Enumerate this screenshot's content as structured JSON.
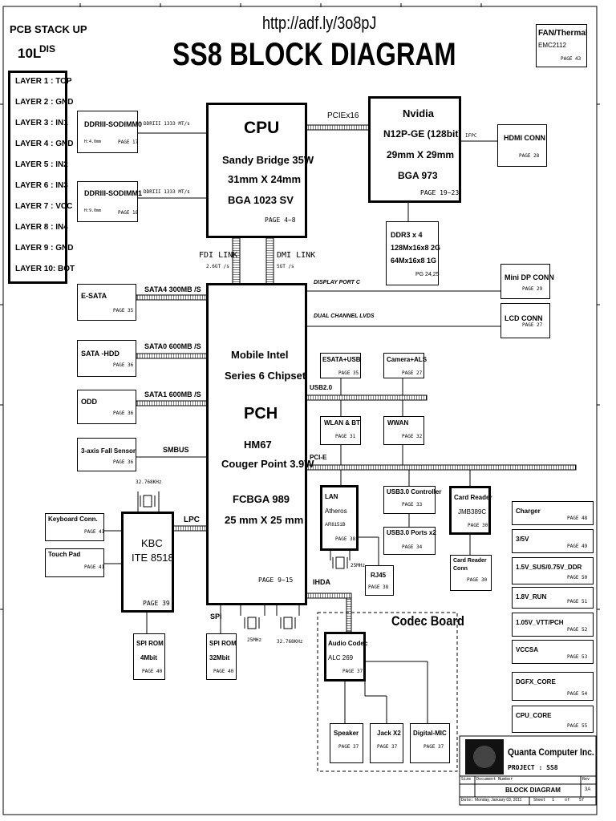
{
  "header": {
    "url": "http://adf.ly/3o8pJ",
    "title": "SS8 BLOCK DIAGRAM",
    "stack_title": "PCB STACK UP",
    "stack_sub": "10L",
    "stack_sub2": "DIS"
  },
  "layers": [
    "LAYER 1 : TOP",
    "LAYER 2 : GND",
    "LAYER 3 : IN1",
    "LAYER 4 : GND",
    "LAYER 5 : IN2",
    "LAYER 6 : IN3",
    "LAYER 7 : VCC",
    "LAYER 8 : IN4",
    "LAYER 9 : GND",
    "LAYER 10: BOT"
  ],
  "fan": {
    "title": "FAN/Thermal",
    "part": "EMC2112",
    "page": "PAGE 43"
  },
  "cpu": {
    "title": "CPU",
    "l1": "Sandy Bridge 35W",
    "l2": "31mm X 24mm",
    "l3": "BGA 1023 SV",
    "page": "PAGE 4~8"
  },
  "gpu": {
    "l1": "Nvidia",
    "l2": "N12P-GE (128bit)",
    "l3": "29mm X 29mm",
    "l4": "BGA 973",
    "page": "PAGE 19~23"
  },
  "pch": {
    "l1": "Mobile Intel",
    "l2": "Series 6 Chipset",
    "l3": "PCH",
    "l4": "HM67",
    "l5": "Couger Point 3.9W",
    "l6": "FCBGA 989",
    "l7": "25 mm X 25 mm",
    "page": "PAGE 9~15"
  },
  "kbc": {
    "l1": "KBC",
    "l2": "ITE 8518",
    "page": "PAGE 39"
  },
  "dimm0": {
    "title": "DDRIII-SODIMM0",
    "sub": "H:4.0mm",
    "page": "PAGE 17"
  },
  "dimm1": {
    "title": "DDRIII-SODIMM1",
    "sub": "H:9.0mm",
    "page": "PAGE 18"
  },
  "ddr3": {
    "l1": "DDR3 x 4",
    "l2": "128Mx16x8 2G",
    "l3": "64Mx16x8 1G",
    "page": "PG 24,25"
  },
  "hdmi": {
    "title": "HDMI CONN",
    "page": "PAGE 28"
  },
  "minidp": {
    "title": "Mini DP CONN",
    "page": "PAGE 29"
  },
  "lcd": {
    "title": "LCD CONN",
    "page": "PAGE 27"
  },
  "esata": {
    "title": "E-SATA",
    "page": "PAGE 35"
  },
  "sata_hdd": {
    "title": "SATA -HDD",
    "page": "PAGE 36"
  },
  "odd": {
    "title": "ODD",
    "page": "PAGE 36"
  },
  "fall": {
    "title": "3-axis Fall Sensor",
    "page": "PAGE 36"
  },
  "esata_usb": {
    "title": "ESATA+USB",
    "page": "PAGE 35"
  },
  "camera": {
    "title": "Camera+ALS",
    "page": "PAGE 27"
  },
  "wlan": {
    "title": "WLAN & BT",
    "page": "PAGE 31"
  },
  "wwan": {
    "title": "WWAN",
    "page": "PAGE 32"
  },
  "lan": {
    "title": "LAN",
    "l2": "Atheros",
    "l3": "AR8151B",
    "page": "PAGE 38"
  },
  "usb3c": {
    "title": "USB3.0 Controller",
    "page": "PAGE 33"
  },
  "usb3p": {
    "title": "USB3.0 Ports x2",
    "page": "PAGE 34"
  },
  "cardreader": {
    "title": "Card Reader",
    "l2": "JMB389C",
    "page": "PAGE 30"
  },
  "crconn": {
    "title": "Card Reader Conn",
    "page": "PAGE 30"
  },
  "rj45": {
    "title": "RJ45",
    "page": "PAGE 38"
  },
  "keyboard": {
    "title": "Keyboard Conn.",
    "page": "PAGE 41"
  },
  "touchpad": {
    "title": "Touch Pad",
    "page": "PAGE 41"
  },
  "spirom4": {
    "l1": "SPI ROM",
    "l2": "4Mbit",
    "page": "PAGE 40"
  },
  "spirom32": {
    "l1": "SPI ROM",
    "l2": "32Mbit",
    "page": "PAGE 40"
  },
  "codec_board": "Codec Board",
  "audio": {
    "title": "Audio Codec",
    "l2": "ALC 269",
    "page": "PAGE 37"
  },
  "speaker": {
    "title": "Speaker",
    "page": "PAGE 37"
  },
  "jack": {
    "title": "Jack X2",
    "page": "PAGE 37"
  },
  "dmic": {
    "title": "Digital-MIC",
    "page": "PAGE 37"
  },
  "power": [
    {
      "title": "Charger",
      "page": "PAGE 48"
    },
    {
      "title": "3/5V",
      "page": "PAGE 49"
    },
    {
      "title": "1.5V_SUS/0.75V_DDR",
      "page": "PAGE 50"
    },
    {
      "title": "1.8V_RUN",
      "page": "PAGE 51"
    },
    {
      "title": "1.05V_VTT/PCH",
      "page": "PAGE 52"
    },
    {
      "title": "VCCSA",
      "page": "PAGE 53"
    },
    {
      "title": "DGFX_CORE",
      "page": "PAGE 54"
    },
    {
      "title": "CPU_CORE",
      "page": "PAGE 55"
    }
  ],
  "labels": {
    "pciex16": "PCIEx16",
    "ifpc": "IFPC",
    "ddr0": "DDRIII  1333 MT/s",
    "ddr1": "DDRIII  1333 MT/s",
    "fdi": "FDI LINK",
    "fdi_speed": "2.6GT /s",
    "dmi": "DMI LINK",
    "dmi_speed": "5GT /s",
    "dp": "DISPLAY PORT C",
    "lvds": "DUAL CHANNEL LVDS",
    "sata4": "SATA4 300MB /S",
    "sata0": "SATA0 600MB /S",
    "sata1": "SATA1 600MB /S",
    "smbus": "SMBUS",
    "usb2": "USB2.0",
    "pcie": "PCI-E",
    "lpc": "LPC",
    "spi": "SPI",
    "ihda": "IHDA",
    "x32k_top": "32.768KHz",
    "x25_lan": "25MHz",
    "x25_pch": "25MHz",
    "x32k_pch": "32.768KHz"
  },
  "titleblock": {
    "company": "Quanta Computer Inc.",
    "project": "PROJECT :  SS8",
    "size_label": "Size",
    "docnum_label": "Document Number",
    "rev_label": "Rev",
    "doc": "BLOCK DIAGRAM",
    "rev": "3A",
    "date_label": "Date:",
    "date": "Monday, January 03, 2011",
    "sheet_label": "Sheet",
    "sheet": "1",
    "of_label": "of",
    "total": "57"
  }
}
